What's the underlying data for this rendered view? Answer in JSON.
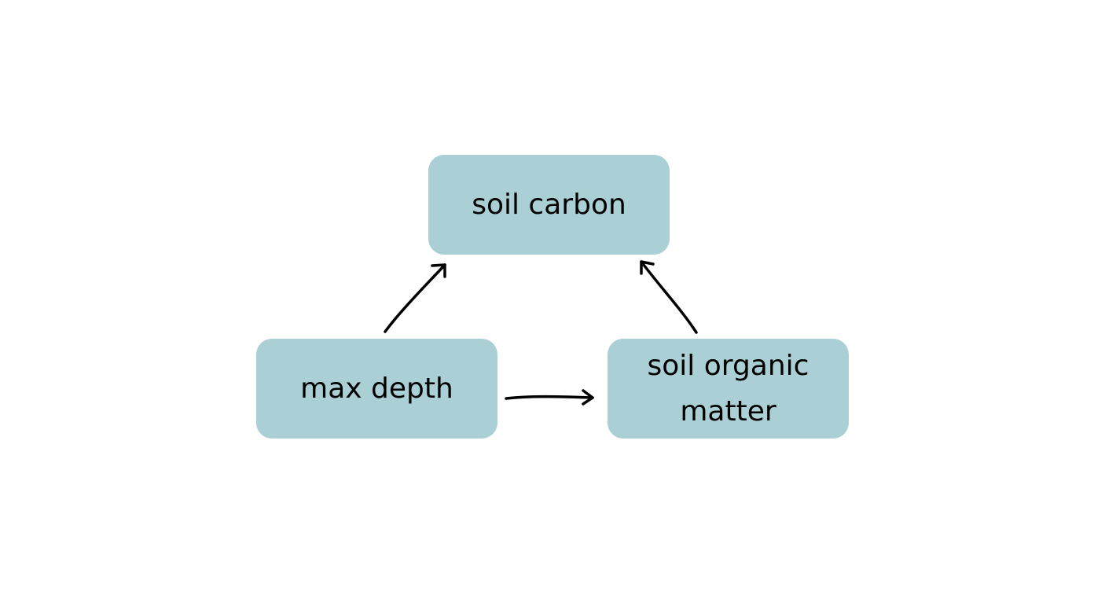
{
  "colors": {
    "node_fill": "#aacfd5",
    "arrow": "#000000",
    "background": "#ffffff"
  },
  "nodes": {
    "soil_carbon": "soil carbon",
    "max_depth": "max depth",
    "soil_organic_matter": "soil organic matter"
  },
  "edges": [
    {
      "from": "max depth",
      "to": "soil carbon"
    },
    {
      "from": "max depth",
      "to": "soil organic matter"
    },
    {
      "from": "soil organic matter",
      "to": "soil carbon"
    }
  ]
}
